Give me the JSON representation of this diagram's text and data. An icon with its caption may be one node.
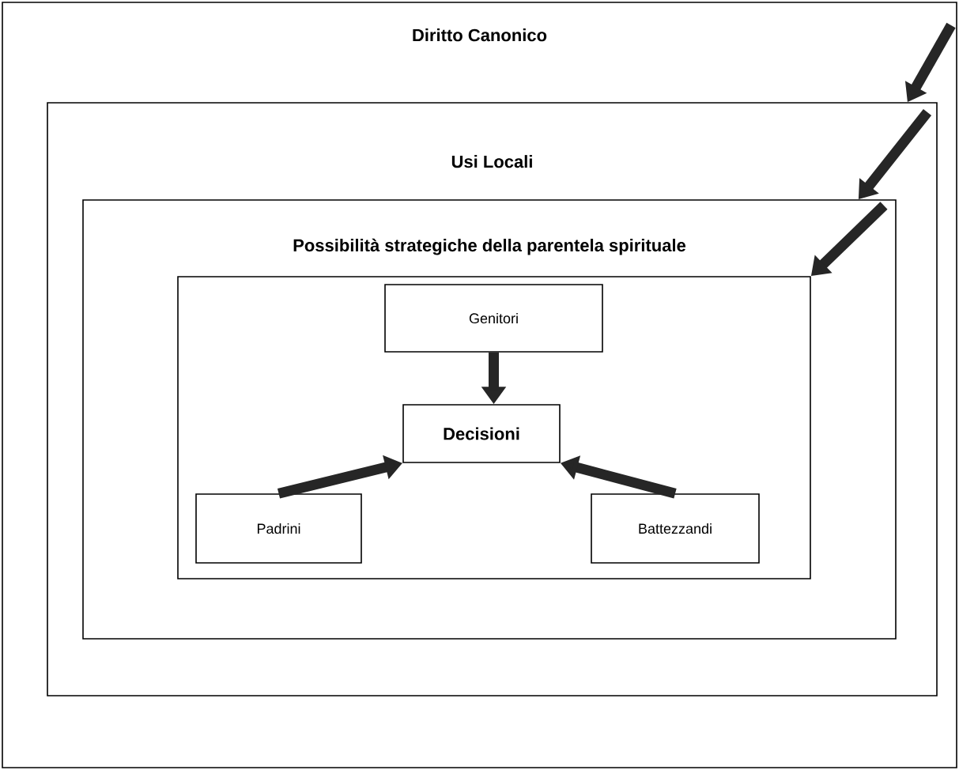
{
  "diagram": {
    "nodes": [
      {
        "text": [
          "Diritto Canonico"
        ]
      },
      {
        "text": [
          "Usi Locali"
        ],
        "in": 0
      },
      {
        "text": [
          "Possibilità strategiche della parentela spirituale"
        ],
        "in": 1
      },
      {
        "text": [],
        "shape": "box",
        "in": 2
      },
      {
        "text": [
          "Genitori"
        ],
        "in": 3
      },
      {
        "text": [
          "Decisioni"
        ],
        "in": 3
      },
      {
        "text": [
          "Padrini"
        ],
        "in": 3
      },
      {
        "text": [
          "Battezzandi"
        ],
        "in": 3
      }
    ],
    "edges": [
      {
        "from": null,
        "to": 1,
        "arrow": "to"
      },
      {
        "from": null,
        "to": 2,
        "arrow": "to"
      },
      {
        "from": null,
        "to": 3,
        "arrow": "to"
      },
      {
        "from": 4,
        "to": 5,
        "arrow": "to"
      },
      {
        "from": 6,
        "to": 5,
        "arrow": "to"
      },
      {
        "from": 7,
        "to": 5,
        "arrow": "to"
      }
    ]
  }
}
